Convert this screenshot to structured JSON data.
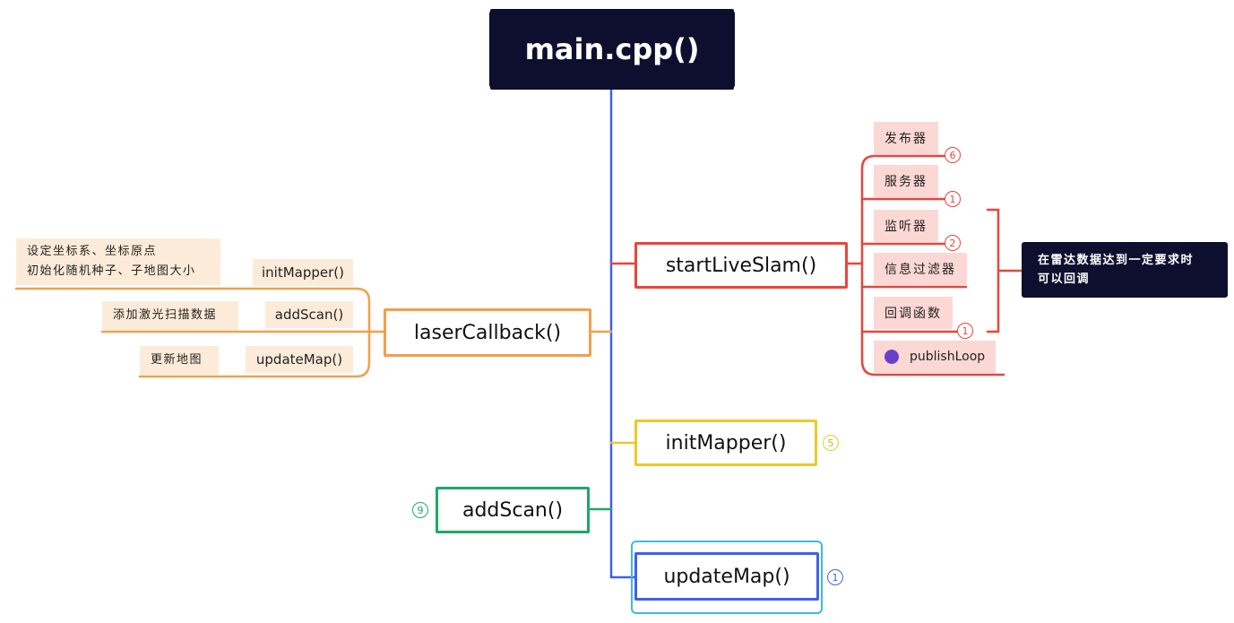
{
  "root": {
    "label": "main.cpp()"
  },
  "branches": {
    "startLiveSlam": {
      "label": "startLiveSlam()",
      "children": [
        {
          "label": "发布器",
          "badge": "6"
        },
        {
          "label": "服务器",
          "badge": "1"
        },
        {
          "label": "监听器",
          "badge": "2"
        },
        {
          "label": "信息过滤器",
          "badge": ""
        },
        {
          "label": "回调函数",
          "badge": "1"
        },
        {
          "label": "publishLoop",
          "badge": ""
        }
      ],
      "callout_lines": [
        "在雷达数据达到一定要求时",
        "可以回调"
      ]
    },
    "laserCallback": {
      "label": "laserCallback()",
      "children": [
        {
          "label": "initMapper()",
          "note_lines": [
            "设定坐标系、坐标原点",
            "初始化随机种子、子地图大小"
          ]
        },
        {
          "label": "addScan()",
          "note_lines": [
            "添加激光扫描数据"
          ]
        },
        {
          "label": "updateMap()",
          "note_lines": [
            "更新地图"
          ]
        }
      ]
    },
    "initMapper": {
      "label": "initMapper()",
      "badge": "5"
    },
    "addScan": {
      "label": "addScan()",
      "badge": "9"
    },
    "updateMap": {
      "label": "updateMap()",
      "badge": "1"
    }
  },
  "colors": {
    "root_bg": "#0e0f2e",
    "spine": "#4160e8",
    "startLiveSlam": "#e8453c",
    "laserCallback": "#f0a04b",
    "initMapper": "#ecc928",
    "addScan": "#1fa869",
    "updateMap": "#4160e8",
    "updateMap_outline": "#3db8ec",
    "publishLoop_marker": "#6a3fc8"
  }
}
